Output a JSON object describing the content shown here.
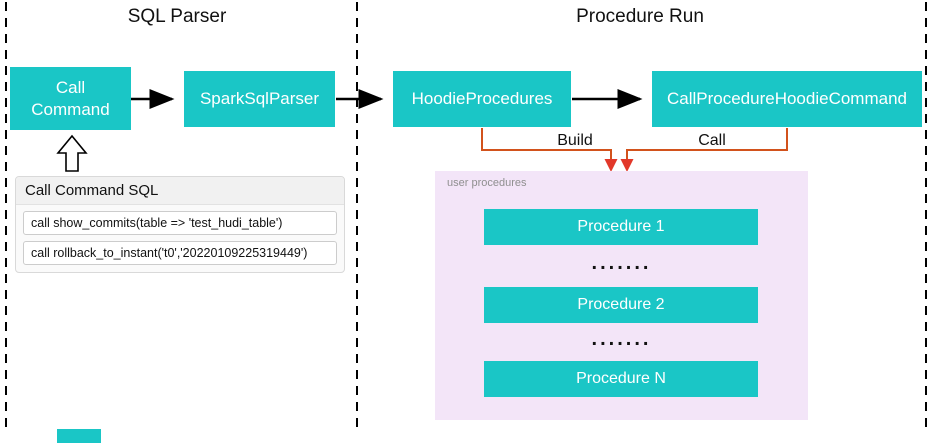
{
  "sections": {
    "left_title": "SQL Parser",
    "right_title": "Procedure Run"
  },
  "nodes": {
    "call_command": "Call Command",
    "spark_sql_parser": "SparkSqlParser",
    "hoodie_procedures": "HoodieProcedures",
    "call_procedure_hoodie_command": "CallProcedureHoodieCommand"
  },
  "sql_box": {
    "title": "Call Command SQL",
    "rows": [
      "call show_commits(table => 'test_hudi_table')",
      "call rollback_to_instant('t0','20220109225319449')"
    ]
  },
  "edge_labels": {
    "build": "Build",
    "call": "Call"
  },
  "user_procedures": {
    "label": "user procedures",
    "items": [
      "Procedure 1",
      "Procedure 2",
      "Procedure N"
    ],
    "dots": "......."
  },
  "colors": {
    "node_teal": "#1AC6C6",
    "panel_lavender": "#F3E5F8",
    "connector_orange": "#D2521C",
    "arrowhead_red": "#E2382A",
    "arrow_black": "#000000"
  }
}
